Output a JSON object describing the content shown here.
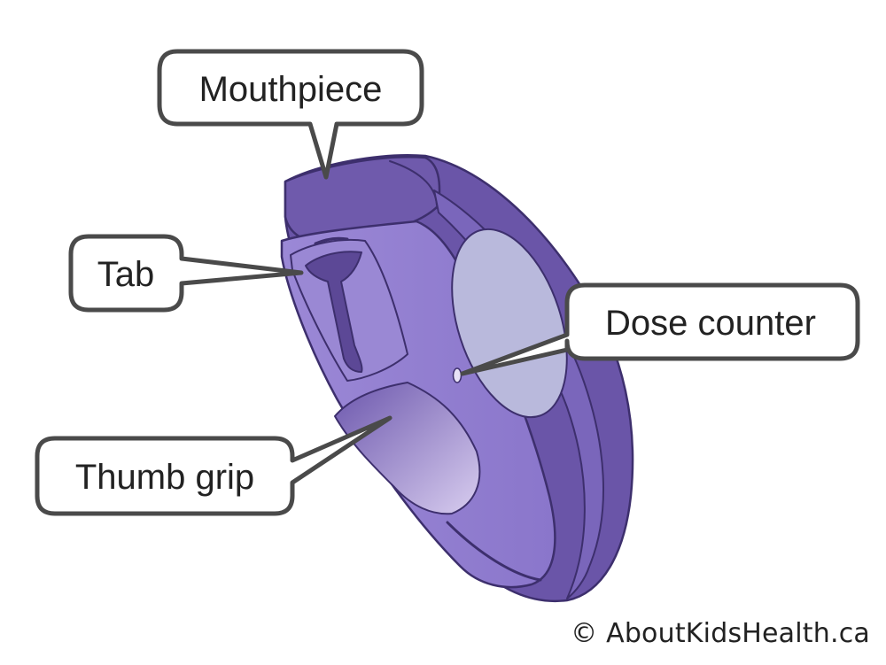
{
  "labels": {
    "mouthpiece": "Mouthpiece",
    "tab": "Tab",
    "dose_counter": "Dose counter",
    "thumb_grip": "Thumb grip"
  },
  "copyright": "© AboutKidsHealth.ca",
  "colors": {
    "body_dark": "#6a55a8",
    "body_mid": "#8a76cb",
    "body_light": "#a694dc",
    "window": "#b9b9dc",
    "outline": "#3d2f6d",
    "callout_border": "#4a4a4a"
  }
}
